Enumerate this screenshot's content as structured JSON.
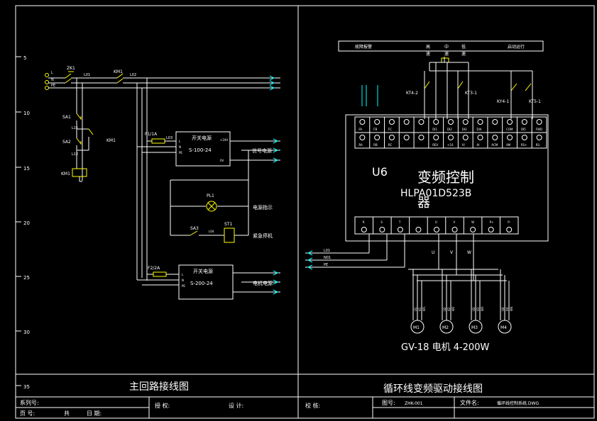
{
  "ruler": {
    "marks": [
      "5",
      "10",
      "15",
      "20",
      "25",
      "30",
      "35"
    ]
  },
  "left_diagram": {
    "title": "主回路接线图",
    "labels": {
      "qf1": "ZK1",
      "km1": "KM1",
      "l1": "L",
      "n1": "N",
      "pe1": "PE",
      "u1": "L01",
      "u2": "L02",
      "sa1": "SA1",
      "sa2": "SA2",
      "km1_coil": "KM1",
      "km1_aux": "KM1",
      "l11": "L11",
      "l12": "L12",
      "f1": "F1/1A",
      "f2": "F2/2A",
      "psu1_title": "开关电源",
      "psu1_model": "S-100-24",
      "psu1_l": "L",
      "psu1_n": "N",
      "psu1_pe": "PE",
      "psu1_vout": "+24V",
      "psu1_gnd": "0V",
      "psu2_title": "开关电源",
      "psu2_model": "S-200-24",
      "psu2_l": "L",
      "psu2_n": "N",
      "psu2_pe": "PE",
      "out_signal": "信号电源",
      "out_pwr_ind": "电源指示",
      "out_estop": "紧急停机",
      "out_motor": "电机电源",
      "pl1": "PL1",
      "sa3": "SA3",
      "st1": "ST1",
      "l03": "L03",
      "l04": "L04"
    }
  },
  "right_diagram": {
    "title": "循环线变频驱动接线图",
    "top_header": {
      "fault": "故障报警",
      "high": "高",
      "mid": "中",
      "low": "低",
      "run": "启动运行",
      "speed": "速",
      "speed2": "速",
      "speed3": "速"
    },
    "relays": [
      "KT4-2",
      "KT3-1",
      "KY4-1",
      "KT5-1"
    ],
    "terminals_top": [
      "FA",
      "FB",
      "FC",
      "",
      "",
      "DI1",
      "DI2",
      "DI3",
      "DI4",
      "",
      "COM",
      "DI5",
      "FWD"
    ],
    "terminals_bottom": [
      "RA",
      "RB",
      "RC",
      "",
      "",
      "REV",
      "+10",
      "VI",
      "AI",
      "ACM",
      "AM",
      "RS+",
      "RS-"
    ],
    "vfd_label": "U6",
    "vfd_name_line1": "变频控制",
    "vfd_name_line2": "器",
    "vfd_model": "HLPA01D523B",
    "power_terminals": [
      "R",
      "S",
      "T",
      "",
      "U",
      "V",
      "W",
      "P+",
      "P-"
    ],
    "input_lines": [
      "L01",
      "N01",
      "PE"
    ],
    "output_phases": [
      "U",
      "V",
      "W"
    ],
    "motors": [
      "M1",
      "M2",
      "M3",
      "M4"
    ],
    "motor_terms": [
      "U1",
      "V1",
      "W1",
      "U2",
      "V2",
      "W2",
      "U3",
      "V3",
      "W3",
      "U4",
      "V4",
      "W4"
    ],
    "motor_caption": "GV-18  电机 4-200W"
  },
  "title_block": {
    "series": "系列号:",
    "page": "页  号:",
    "page_of": "共",
    "date": "日  期:",
    "approve": "授   权:",
    "design": "设   计:",
    "check": "校   核:",
    "drawing_no_label": "图号:",
    "drawing_no": "ZHK-001",
    "file_label": "文件名:",
    "file_name": "循环线控制系统.DWG"
  }
}
